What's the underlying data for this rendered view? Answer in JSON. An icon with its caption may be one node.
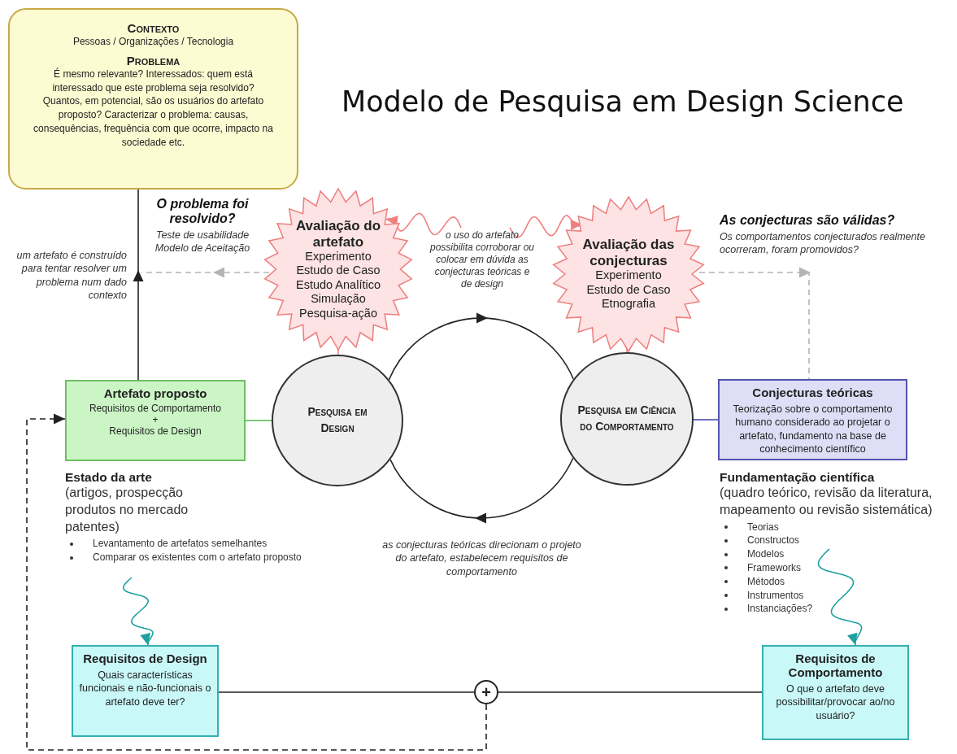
{
  "diagram": {
    "title": "Modelo de Pesquisa em Design Science",
    "nodes": [
      {
        "text": [
          "Contexto",
          "Pessoas / Organizações / Tecnologia",
          "Problema",
          "É mesmo relevante? Interessados: quem está interessado que este problema seja resolvido? Quantos, em potencial, são os usuários do artefato proposto? Caracterizar o problema: causas, consequências, frequência com que ocorre, impacto na sociedade etc."
        ]
      },
      {
        "text": [
          "Avaliação do artefato",
          "Experimento",
          "Estudo de Caso",
          "Estudo Analítico",
          "Simulação",
          "Pesquisa-ação"
        ]
      },
      {
        "text": [
          "Avaliação das conjecturas",
          "Experimento",
          "Estudo de Caso",
          "Etnografia"
        ]
      },
      {
        "text": [
          "Artefato proposto",
          "Requisitos de Comportamento",
          "+",
          "Requisitos de Design"
        ]
      },
      {
        "text": [
          "Estado da arte",
          "(artigos, prospecção produtos no mercado patentes)",
          "Levantamento de artefatos semelhantes",
          "Comparar os existentes com o artefato proposto"
        ]
      },
      {
        "text": [
          "Pesquisa em Design"
        ]
      },
      {
        "text": [
          "Pesquisa em Ciência do Comportamento"
        ]
      },
      {
        "text": [
          "Conjecturas teóricas",
          "Teorização sobre o comportamento humano considerado ao projetar o artefato, fundamento na base de conhecimento científico"
        ]
      },
      {
        "text": [
          "Fundamentação científica",
          "(quadro teórico, revisão da literatura, mapeamento ou revisão sistemática)",
          "Teorias",
          "Constructos",
          "Modelos",
          "Frameworks",
          "Métodos",
          "Instrumentos",
          "Instanciações?"
        ]
      },
      {
        "text": [
          "Requisitos de Design",
          "Quais características funcionais e não-funcionais o artefato deve ter?"
        ]
      },
      {
        "text": [
          "+"
        ]
      },
      {
        "text": [
          "Requisitos de Comportamento",
          "O que o artefato deve possibilitar/provocar ao/no usuário?"
        ]
      },
      {
        "text": [
          "o uso do artefato possibilita corroborar ou colocar em dúvida as conjecturas teóricas e de design"
        ]
      },
      {
        "text": [
          "O problema foi resolvido?",
          "Teste de usabilidade",
          "Modelo de Aceitação"
        ]
      }
    ],
    "edges": [
      {
        "from": 3,
        "to": 0,
        "arrow": "to"
      },
      {
        "from": 1,
        "to": 13,
        "arrow": "to",
        "style": "dashed",
        "color": "#b4b4b4"
      },
      {
        "from": 2,
        "to": 7,
        "arrow": "to",
        "style": "dashed",
        "color": "#b4b4b4"
      },
      {
        "from": 1,
        "to": 5,
        "arrow": "none",
        "color": "#f08080"
      },
      {
        "from": 2,
        "to": 6,
        "arrow": "none",
        "color": "#f08080"
      },
      {
        "from": 3,
        "to": 5,
        "arrow": "none",
        "color": "#5cb85c"
      },
      {
        "from": 6,
        "to": 7,
        "arrow": "none",
        "color": "#4a4ab0"
      },
      {
        "from": 5,
        "to": 6,
        "arrow": "to"
      },
      {
        "from": 6,
        "to": 5,
        "arrow": "to"
      },
      {
        "from": 12,
        "to": 1,
        "arrow": "to",
        "color": "#f08080"
      },
      {
        "from": 12,
        "to": 2,
        "arrow": "to",
        "color": "#f08080"
      },
      {
        "from": 4,
        "to": 9,
        "arrow": "to",
        "color": "#1fa0a0"
      },
      {
        "from": 8,
        "to": 11,
        "arrow": "to",
        "color": "#1fa0a0"
      },
      {
        "from": 9,
        "to": 10,
        "arrow": "none"
      },
      {
        "from": 10,
        "to": 11,
        "arrow": "none"
      },
      {
        "from": 10,
        "to": 3,
        "arrow": "to",
        "style": "dashed"
      }
    ],
    "labels": [
      "um artefato é construído para tentar resolver um problema num dado contexto",
      "As conjecturas são válidas?",
      "Os comportamentos conjecturados realmente ocorreram, foram promovidos?",
      "as conjecturas teóricas direcionam o projeto do artefato, estabelecem requisitos de comportamento"
    ]
  }
}
